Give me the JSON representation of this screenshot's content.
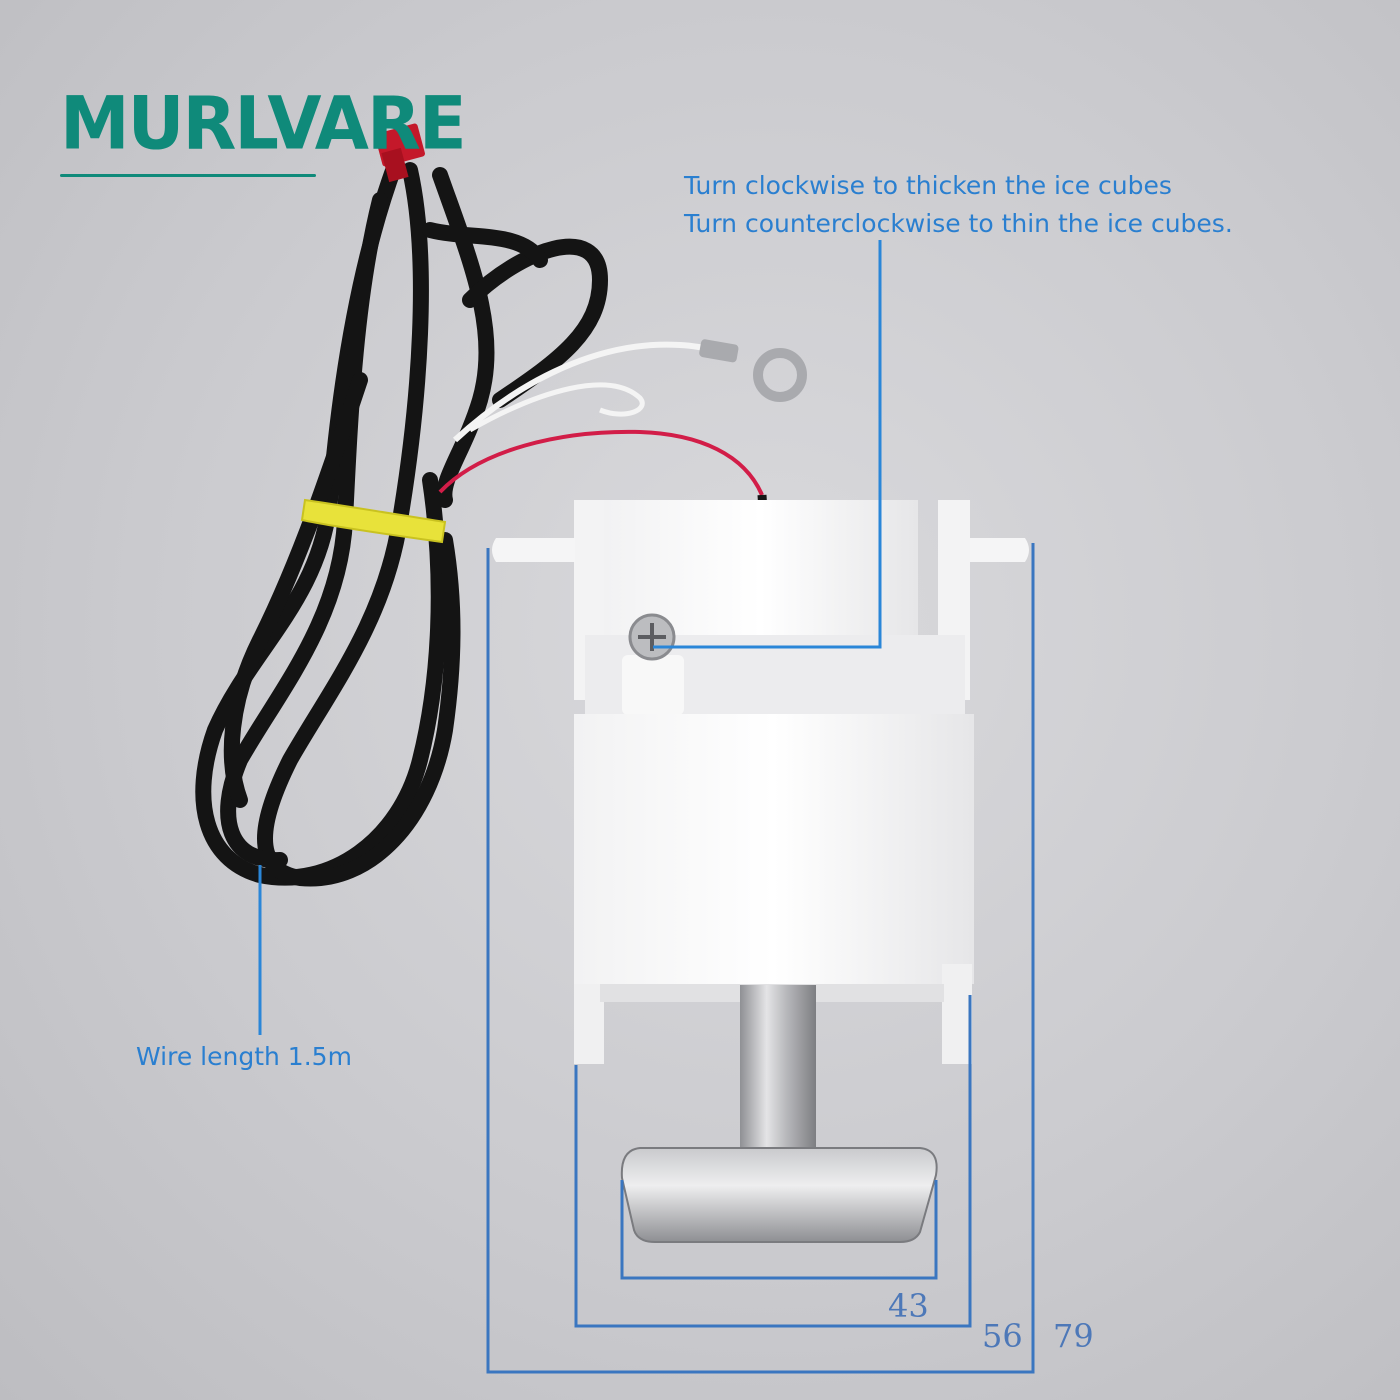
{
  "brand": {
    "name": "MURLVARE",
    "color": "#0f8a7a"
  },
  "annotations": {
    "adjust_line1": "Turn clockwise to thicken the ice cubes",
    "adjust_line2": "Turn counterclockwise to thin the ice cubes.",
    "wire_length": "Wire length 1.5m"
  },
  "dimensions": {
    "inner": "43",
    "middle": "56",
    "outer": "79"
  },
  "colors": {
    "callout": "#2a7fd0",
    "dimension": "#4d78b8",
    "leader": "#2a86d8"
  }
}
